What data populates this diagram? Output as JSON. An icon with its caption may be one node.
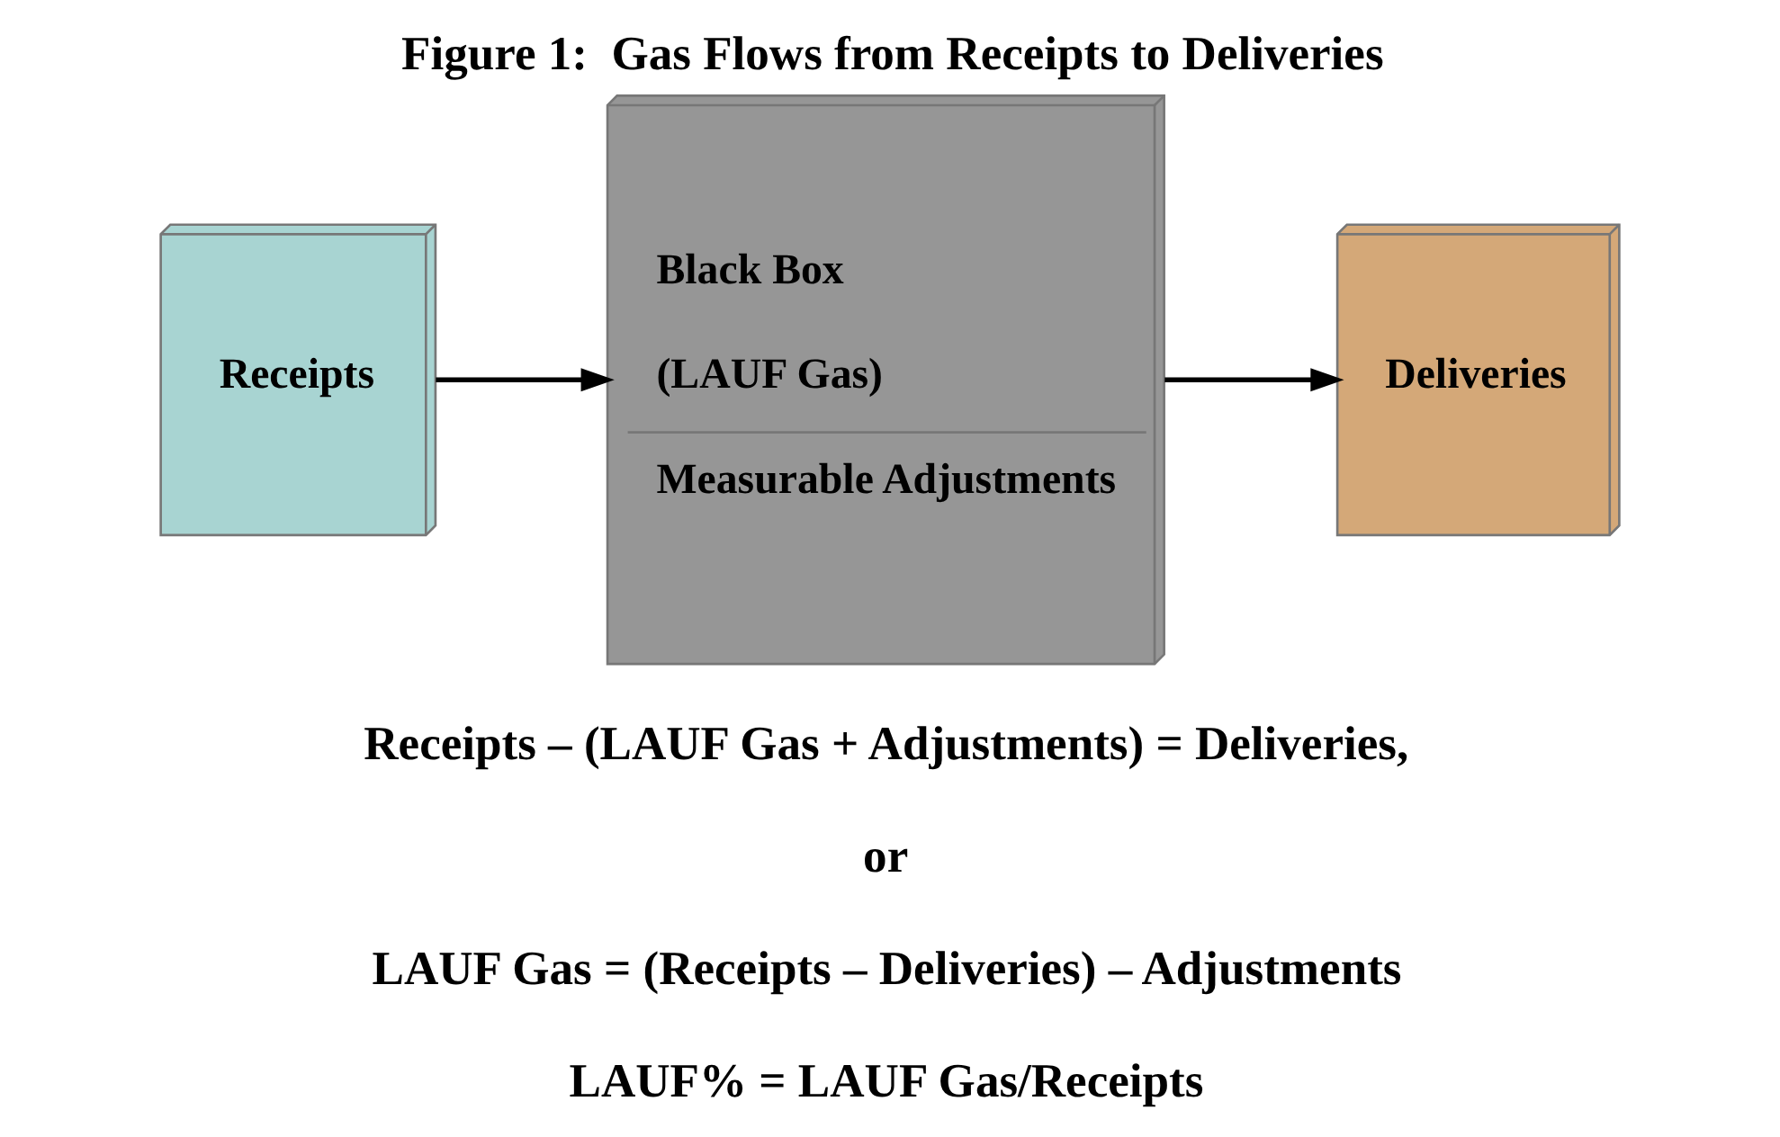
{
  "diagram": {
    "title": "Figure 1:  Gas Flows from Receipts to Deliveries",
    "nodes": [
      {
        "text": [
          "Receipts"
        ]
      },
      {
        "text": [
          "Black Box",
          "(LAUF Gas)",
          "Measurable Adjustments"
        ]
      },
      {
        "text": [
          "Deliveries"
        ]
      }
    ],
    "edges": [
      {
        "from": 0,
        "to": 1,
        "arrow": "to"
      },
      {
        "from": 1,
        "to": 2,
        "arrow": "to"
      }
    ],
    "labels": [
      "Receipts – (LAUF Gas + Adjustments) = Deliveries,",
      "or",
      "LAUF Gas = (Receipts – Deliveries) – Adjustments",
      "LAUF% = LAUF Gas/Receipts"
    ]
  }
}
